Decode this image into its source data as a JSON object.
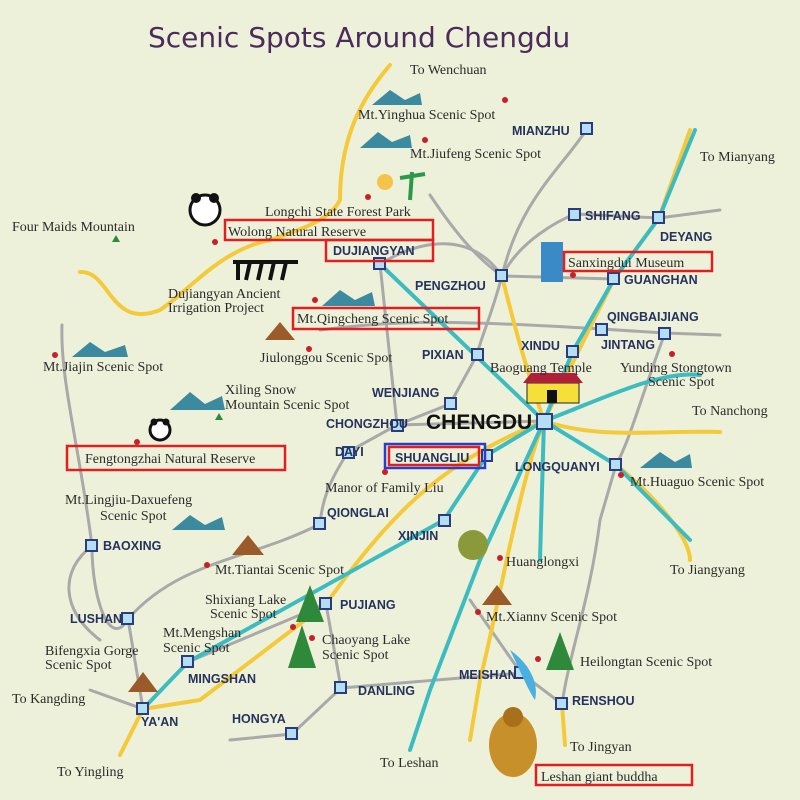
{
  "title": "Scenic Spots Around Chengdu",
  "colors": {
    "background": "#eef1da",
    "highway": "#3cbcc0",
    "road_major": "#f4c93a",
    "road_minor": "#a9a9a9",
    "highlight_red": "#e02020",
    "highlight_blue": "#2a3cd0"
  },
  "cities": [
    "MIANZHU",
    "SHIFANG",
    "DEYANG",
    "DUJIANGYAN",
    "PENGZHOU",
    "GUANGHAN",
    "QINGBAIJIANG",
    "JINTANG",
    "XINDU",
    "PIXIAN",
    "WENJIANG",
    "CHENGDU",
    "CHONGZHOU",
    "DAYI",
    "SHUANGLIU",
    "LONGQUANYI",
    "QIONGLAI",
    "XINJIN",
    "BAOXING",
    "LUSHAN",
    "PUJIANG",
    "MINGSHAN",
    "YA'AN",
    "DANLING",
    "MEISHAN",
    "RENSHOU",
    "HONGYA"
  ],
  "spots": {
    "yinghua": "Mt.Yinghua Scenic Spot",
    "jiufeng": "Mt.Jiufeng Scenic Spot",
    "longchi": "Longchi State Forest Park",
    "wolong": "Wolong Natural Reserve",
    "four_maids": "Four Maids Mountain",
    "dujiangyan_1": "Dujiangyan Ancient",
    "dujiangyan_2": "Irrigation Project",
    "qingcheng": "Mt.Qingcheng Scenic Spot",
    "jiulonggou": "Jiulonggou Scenic Spot",
    "jiajin": "Mt.Jiajin Scenic Spot",
    "xiling_1": "Xiling Snow",
    "xiling_2": "Mountain Scenic Spot",
    "fengtongzhai": "Fengtongzhai Natural Reserve",
    "manor": "Manor of Family Liu",
    "lingjiu_1": "Mt.Lingjiu-Daxuefeng",
    "lingjiu_2": "Scenic Spot",
    "tiantai": "Mt.Tiantai Scenic Spot",
    "shixiang_1": "Shixiang Lake",
    "shixiang_2": "Scenic Spot",
    "chaoyang_1": "Chaoyang Lake",
    "chaoyang_2": "Scenic Spot",
    "mengshan_1": "Mt.Mengshan",
    "mengshan_2": "Scenic Spot",
    "bifengxia_1": "Bifengxia Gorge",
    "bifengxia_2": "Scenic Spot",
    "sanxingdui": "Sanxingdui Museum",
    "baoguang": "Baoguang Temple",
    "yunding_1": "Yunding Stongtown",
    "yunding_2": "Scenic Spot",
    "huaguo": "Mt.Huaguo Scenic Spot",
    "huanglongxi": "Huanglongxi",
    "xiannv": "Mt.Xiannv Scenic Spot",
    "heilongtan": "Heilongtan Scenic Spot",
    "leshan_buddha": "Leshan giant buddha"
  },
  "destinations": {
    "wenchuan": "To Wenchuan",
    "mianyang": "To Mianyang",
    "nanchong": "To Nanchong",
    "jiangyang": "To Jiangyang",
    "kangding": "To Kangding",
    "yingling": "To Yingling",
    "leshan": "To Leshan",
    "jingyan": "To Jingyan"
  }
}
